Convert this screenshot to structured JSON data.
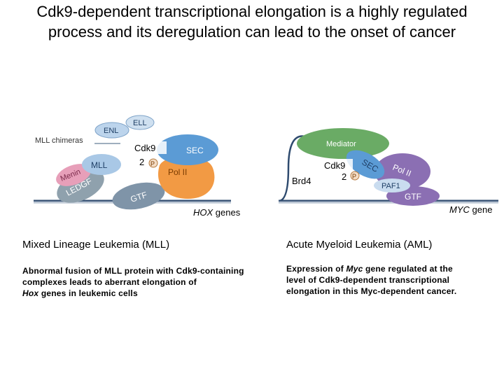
{
  "title": "Cdk9-dependent transcriptional elongation is a highly regulated process and its deregulation can lead to the onset of cancer",
  "left_diagram": {
    "chimeras_label": "MLL chimeras",
    "proteins": {
      "ell": "ELL",
      "enl": "ENL",
      "sec": "SEC",
      "mll": "MLL",
      "menin": "Menin",
      "ledgf": "LEDGF",
      "pol2": "Pol II",
      "gtf": "GTF",
      "cdk9": "Cdk9",
      "cdk9_num": "2",
      "p": "P"
    },
    "gene_label_italic": "HOX",
    "gene_label_rest": " genes"
  },
  "right_diagram": {
    "proteins": {
      "mediator": "Mediator",
      "sec": "SEC",
      "pol2": "Pol II",
      "paf1": "PAF1",
      "gtf": "GTF",
      "brd4": "Brd4",
      "cdk9": "Cdk9",
      "cdk9_num": "2",
      "p": "P"
    },
    "gene_label_italic": "MYC",
    "gene_label_rest": " gene"
  },
  "left_caption": {
    "heading": "Mixed Lineage Leukemia (MLL)",
    "body_line1": "Abnormal fusion of MLL protein with Cdk9-containing",
    "body_line2": "complexes leads to aberrant elongation of",
    "body_line3_italic": "Hox",
    "body_line3_rest": " genes in leukemic cells"
  },
  "right_caption": {
    "heading": "Acute Myeloid Leukemia (AML)",
    "body_line1_pre": "Expression of ",
    "body_line1_italic": "Myc",
    "body_line1_post": " gene regulated at the",
    "body_line2": "level of Cdk9-dependent transcriptional",
    "body_line3": "elongation in this Myc-dependent cancer."
  },
  "colors": {
    "dna": "#2e4a6e",
    "ell": "#cfe0f0",
    "enl": "#bcd4ec",
    "sec": "#5b9bd5",
    "mll": "#a9c8e6",
    "menin": "#e79fb9",
    "ledgf": "#8fa1ad",
    "pol2": "#f29a44",
    "gtf": "#7f94a8",
    "mediator": "#6aab65",
    "paf1": "#c9dcef",
    "gtf_right": "#8b6fb3"
  }
}
